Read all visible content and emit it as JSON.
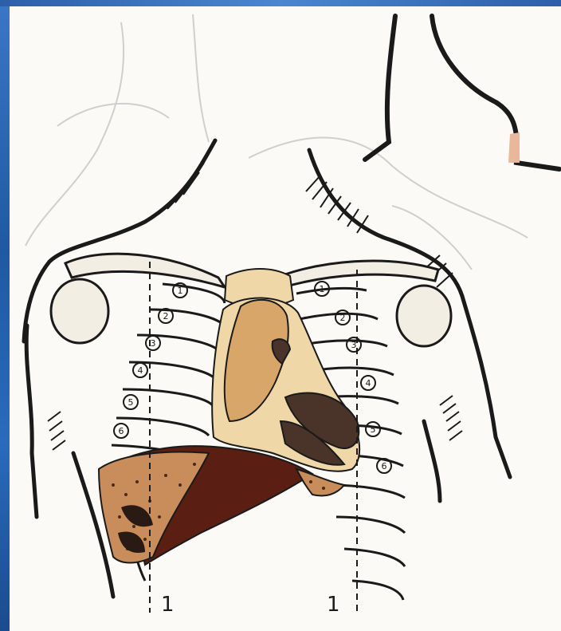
{
  "figure": {
    "midclavicular_line_label_right": "1",
    "midclavicular_line_label_left": "1",
    "rib_numbers_right": [
      "1",
      "2",
      "3",
      "4",
      "5",
      "6"
    ],
    "rib_numbers_left": [
      "1",
      "2",
      "3",
      "4",
      "5",
      "6"
    ]
  },
  "colors": {
    "frame": "#1d4f8f",
    "paper": "#fbfaf6",
    "outline": "#1a1a1a",
    "liver": "#5a1f12",
    "lung_dull_zone": "#c98d5c",
    "heart_absolute_dullness": "#d9a66a",
    "heart_relative_dullness": "#efd7a8",
    "heart_dark": "#4a3328"
  }
}
